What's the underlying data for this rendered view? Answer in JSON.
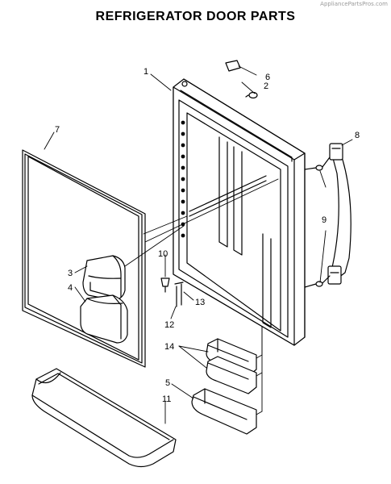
{
  "watermark": "AppliancePartsPros.com",
  "title": "REFRIGERATOR DOOR PARTS",
  "callouts": {
    "c1": "1",
    "c2": "2",
    "c3": "3",
    "c4": "4",
    "c5": "5",
    "c6": "6",
    "c7": "7",
    "c8": "8",
    "c9": "9",
    "c10": "10",
    "c11": "11",
    "c12": "12",
    "c13": "13",
    "c14": "14"
  }
}
